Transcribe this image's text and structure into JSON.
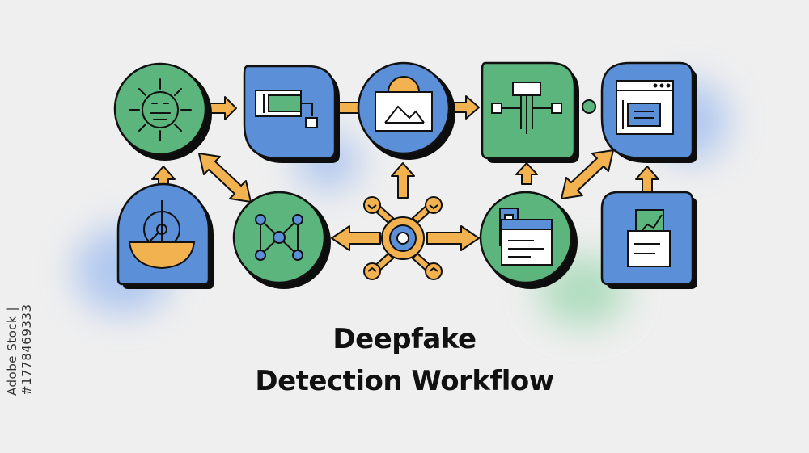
{
  "title": {
    "line1": "Deepfake",
    "line2": "Detection Workflow"
  },
  "watermark": {
    "text": "Adobe Stock | #1778469333"
  },
  "colors": {
    "background": "#efefef",
    "green": "#5cb57d",
    "blue": "#5b8fd8",
    "orange": "#f2b24f",
    "outline": "#111111",
    "shadow": "#0d0d0d",
    "glow_blue": "#8fb2ef",
    "glow_green": "#8fd3a6"
  },
  "nodes": [
    {
      "id": "face-scan",
      "shape": "circle",
      "color": "green",
      "icon": "face-scan-icon"
    },
    {
      "id": "data-input",
      "shape": "rounded-square",
      "color": "blue",
      "icon": "input-device-icon"
    },
    {
      "id": "image-analysis",
      "shape": "circle",
      "color": "blue",
      "icon": "image-icon"
    },
    {
      "id": "flowchart",
      "shape": "rounded-square",
      "color": "green",
      "icon": "flowchart-icon"
    },
    {
      "id": "report-window",
      "shape": "rounded-square",
      "color": "blue",
      "icon": "browser-window-icon"
    },
    {
      "id": "scale-gauge",
      "shape": "arch",
      "color": "blue",
      "icon": "gauge-icon"
    },
    {
      "id": "neural-network",
      "shape": "circle",
      "color": "green",
      "icon": "network-icon"
    },
    {
      "id": "central-hub",
      "shape": "hub",
      "color": "orange",
      "icon": "hub-icon"
    },
    {
      "id": "document-review",
      "shape": "circle",
      "color": "green",
      "icon": "document-icon"
    },
    {
      "id": "chart-report",
      "shape": "rounded-square",
      "color": "blue",
      "icon": "chart-folder-icon"
    }
  ]
}
